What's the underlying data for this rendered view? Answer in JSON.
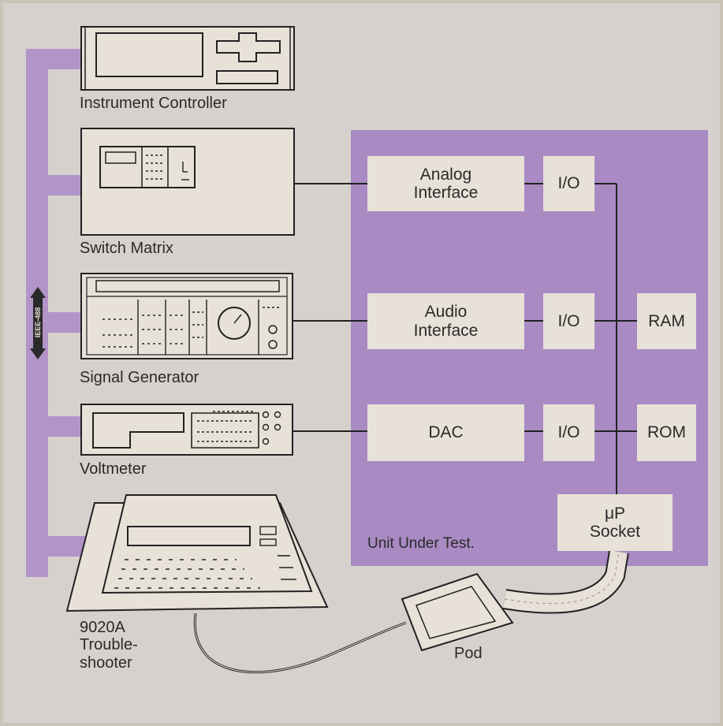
{
  "instruments": {
    "instrument_controller": "Instrument Controller",
    "switch_matrix": "Switch Matrix",
    "signal_generator": "Signal Generator",
    "voltmeter": "Voltmeter",
    "troubleshooter": "9020A\nTrouble-\nshooter",
    "pod": "Pod"
  },
  "bus": {
    "label": "IEEE-488"
  },
  "uut": {
    "label": "Unit Under Test.",
    "analog_interface": "Analog\nInterface",
    "audio_interface": "Audio\nInterface",
    "dac": "DAC",
    "io": "I/O",
    "ram": "RAM",
    "rom": "ROM",
    "socket": "μP\nSocket"
  },
  "colors": {
    "background": "#d6d1cd",
    "bus_purple": "#b294c8",
    "uut_purple": "#a98ac3",
    "box_fill": "#e7e1d8",
    "line": "#222222"
  }
}
